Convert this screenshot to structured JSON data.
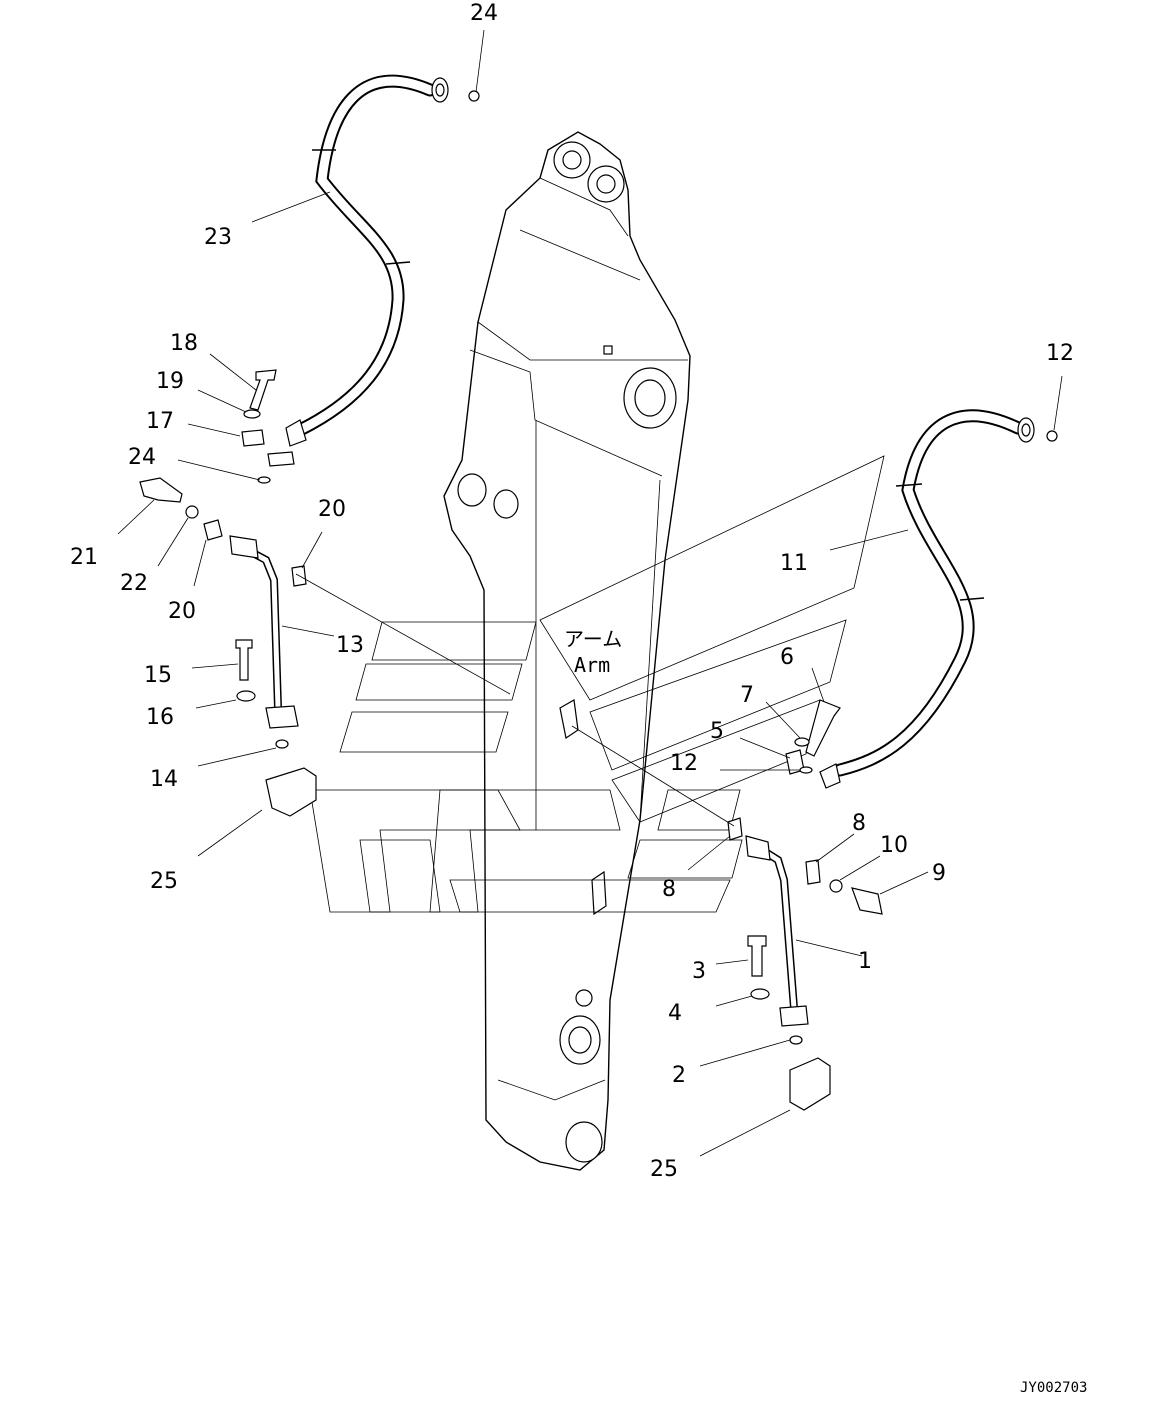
{
  "diagram": {
    "arm_label_jp": "アーム",
    "arm_label_en": "Arm",
    "drawing_code": "JY002703",
    "callouts": [
      "24",
      "23",
      "18",
      "19",
      "17",
      "24",
      "21",
      "22",
      "20",
      "20",
      "13",
      "15",
      "16",
      "14",
      "25",
      "12",
      "11",
      "6",
      "7",
      "5",
      "12",
      "8",
      "10",
      "9",
      "8",
      "3",
      "1",
      "4",
      "2",
      "25"
    ]
  }
}
